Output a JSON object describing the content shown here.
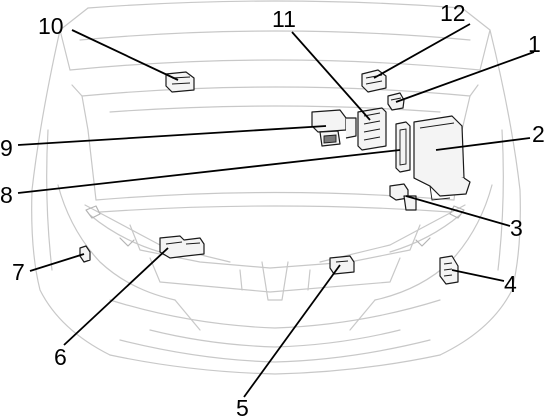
{
  "callouts": [
    {
      "id": "1",
      "label": "1"
    },
    {
      "id": "2",
      "label": "2"
    },
    {
      "id": "3",
      "label": "3"
    },
    {
      "id": "4",
      "label": "4"
    },
    {
      "id": "5",
      "label": "5"
    },
    {
      "id": "6",
      "label": "6"
    },
    {
      "id": "7",
      "label": "7"
    },
    {
      "id": "8",
      "label": "8"
    },
    {
      "id": "9",
      "label": "9"
    },
    {
      "id": "10",
      "label": "10"
    },
    {
      "id": "11",
      "label": "11"
    },
    {
      "id": "12",
      "label": "12"
    }
  ],
  "colors": {
    "outline": "#c8c8c8",
    "component": "#1a1a1a",
    "leader": "#000000"
  }
}
